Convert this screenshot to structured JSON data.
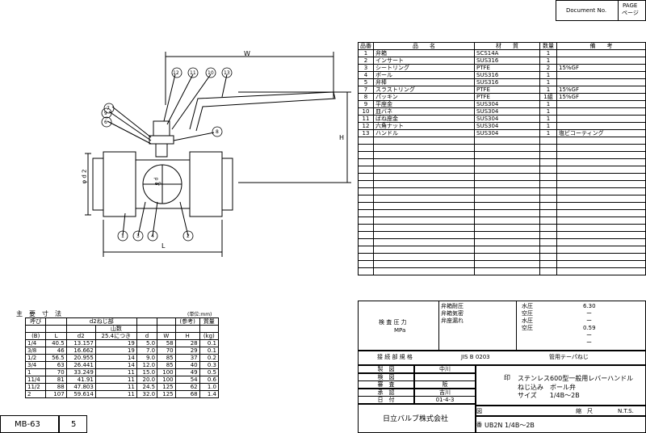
{
  "header": {
    "document_no_label": "Document No.",
    "page_label": "PAGE",
    "page_label_jp": "ページ"
  },
  "drawing": {
    "dim_w": "W",
    "dim_h": "H",
    "dim_l": "L",
    "dim_d2": "φ d 2",
    "dim_d": "φ d",
    "dim_p": "P",
    "callouts": [
      "1",
      "2",
      "3",
      "4",
      "5",
      "6",
      "7",
      "8",
      "9",
      "10",
      "11",
      "12",
      "13"
    ]
  },
  "parts_table": {
    "headers": [
      "品番",
      "品　　名",
      "材　　質",
      "数量",
      "備　　考"
    ],
    "rows": [
      [
        "1",
        "弁箱",
        "SCS14A",
        "1",
        ""
      ],
      [
        "2",
        "インサート",
        "SUS316",
        "1",
        ""
      ],
      [
        "3",
        "シートリング",
        "PTFE",
        "2",
        "15%GF"
      ],
      [
        "4",
        "ボール",
        "SUS316",
        "1",
        ""
      ],
      [
        "5",
        "弁棒",
        "SUS316",
        "1",
        ""
      ],
      [
        "7",
        "スラストリング",
        "PTFE",
        "1",
        "15%GF"
      ],
      [
        "8",
        "パッキン",
        "PTFE",
        "1組",
        "15%GF"
      ],
      [
        "9",
        "平座金",
        "SUS304",
        "1",
        ""
      ],
      [
        "10",
        "皿バネ",
        "SUS304",
        "1",
        ""
      ],
      [
        "11",
        "ばね座金",
        "SUS304",
        "1",
        ""
      ],
      [
        "12",
        "六角ナット",
        "SUS304",
        "1",
        ""
      ],
      [
        "13",
        "ハンドル",
        "SUS304",
        "1",
        "塩ビコーティング"
      ]
    ],
    "empty_rows": 19
  },
  "dimensions": {
    "title": "主　要　寸　法",
    "unit": "(単位:mm)",
    "headers": {
      "yobi": "呼び",
      "b": "(B)",
      "L": "L",
      "thread": "d2ねじ部",
      "d2": "d2",
      "yamakazu": "山数",
      "per": "25.4につき",
      "d": "d",
      "W": "W",
      "H": "H",
      "ref": "(参考)",
      "mass": "質量",
      "kg": "(kg)"
    },
    "rows": [
      [
        "1/4",
        "40.5",
        "13.157",
        "19",
        "5.0",
        "58",
        "28",
        "0.1"
      ],
      [
        "3/8",
        "46",
        "16.662",
        "19",
        "7.0",
        "70",
        "29",
        "0.1"
      ],
      [
        "1/2",
        "56.5",
        "20.955",
        "14",
        "9.0",
        "85",
        "37",
        "0.2"
      ],
      [
        "3/4",
        "63",
        "26.441",
        "14",
        "12.0",
        "85",
        "40",
        "0.3"
      ],
      [
        "1",
        "70",
        "33.249",
        "11",
        "15.0",
        "100",
        "49",
        "0.5"
      ],
      [
        "11/4",
        "81",
        "41.91",
        "11",
        "20.0",
        "100",
        "54",
        "0.6"
      ],
      [
        "11/2",
        "88",
        "47.803",
        "11",
        "24.5",
        "125",
        "62",
        "1.0"
      ],
      [
        "2",
        "107",
        "59.614",
        "11",
        "32.0",
        "125",
        "68",
        "1.4"
      ]
    ]
  },
  "pressure": {
    "label": "検 査 圧 力",
    "unit": "MPa",
    "tests": [
      "弁箱耐圧",
      "弁箱気密",
      "弁座漏れ"
    ],
    "media": [
      "水圧",
      "空圧",
      "水圧",
      "空圧"
    ],
    "values": [
      "6.30",
      "ー",
      "ー",
      "0.59",
      "ー",
      "ー"
    ]
  },
  "connection": {
    "label": "接 続 部 規 格",
    "standard": "JIS B 0203",
    "type": "管用テーパねじ"
  },
  "approval": {
    "rows": [
      [
        "製　図",
        "中川"
      ],
      [
        "検　図",
        ""
      ],
      [
        "審　査",
        "阪"
      ],
      [
        "承　認",
        "吉川"
      ],
      [
        "日　付",
        "01-4-3"
      ]
    ],
    "company": "日立バルブ株式会社"
  },
  "title_block": {
    "logo_text": "印",
    "title1": "ステンレス600型一般用レバーハンドル",
    "title2": "ねじ込み　ボール弁",
    "title3": "サイズ　　1/4B～2B",
    "zu_label": "図",
    "scale_label": "縮　尺",
    "scale_value": "N.T.S.",
    "ban_label": "番",
    "drawing_no": "UB2N  1/4B～2B"
  },
  "footer": {
    "code": "MB-63",
    "page": "5"
  }
}
